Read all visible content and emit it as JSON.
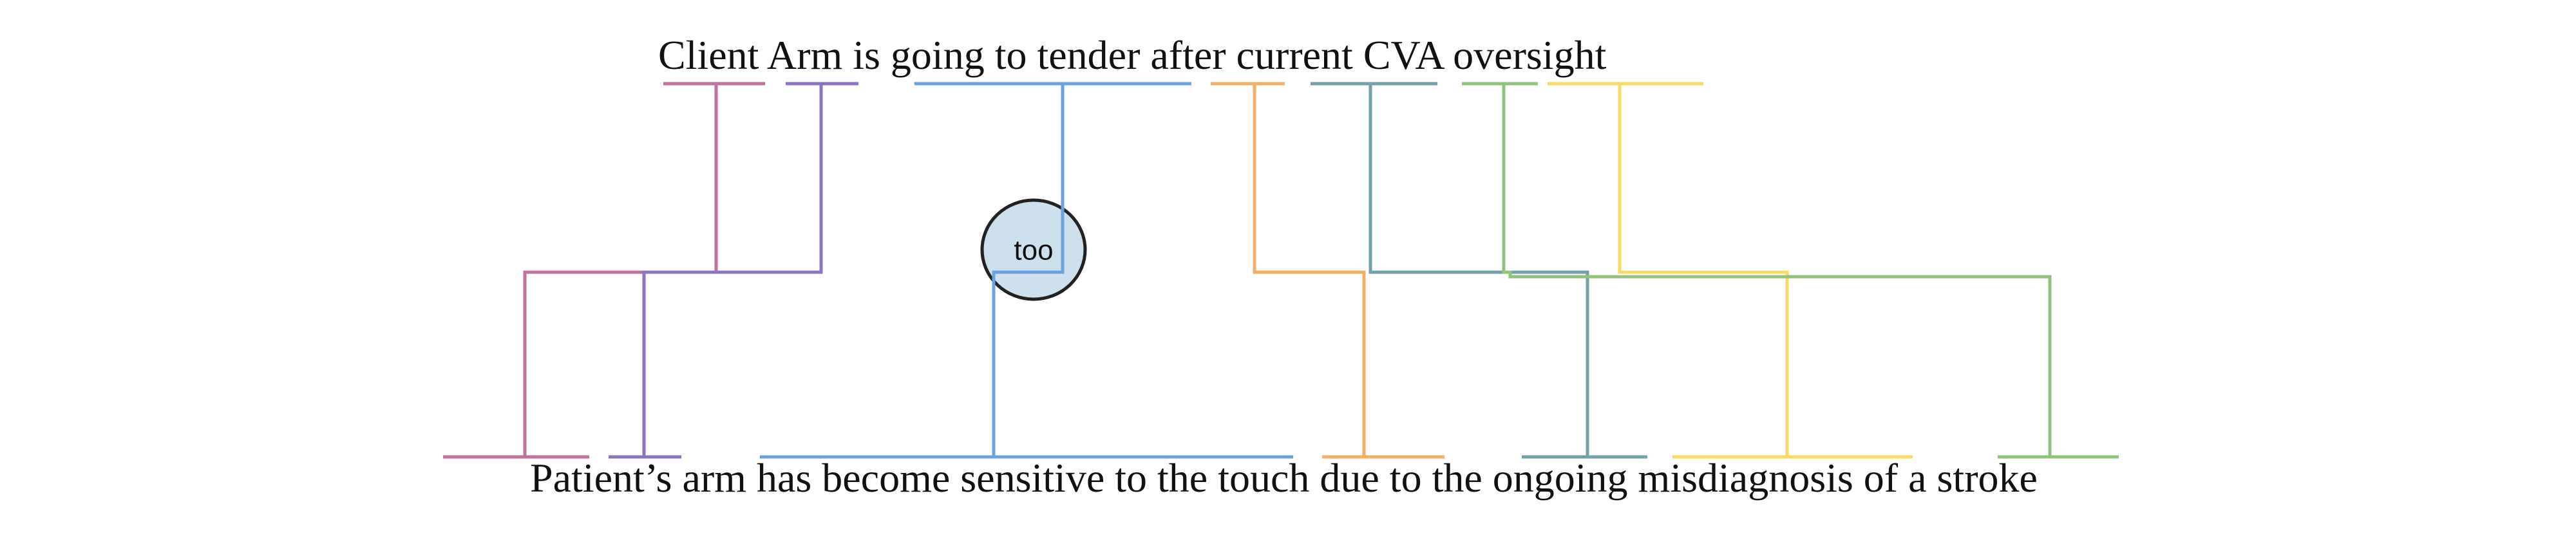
{
  "diagram": {
    "top_sentence": "Client Arm is going to tender after current CVA oversight",
    "bottom_sentence": "Patient’s arm has become sensitive to the touch due to the ongoing misdiagnosis of a stroke",
    "node": {
      "label": "too"
    },
    "colors": {
      "pink": "#c0719c",
      "purple": "#8c74c4",
      "blue": "#6aa4e0",
      "orange": "#f0b066",
      "teal": "#70a2a8",
      "green": "#8fc47a",
      "yellow": "#f7d964",
      "node_fill": "#cce0ee",
      "node_stroke": "#222222"
    }
  }
}
